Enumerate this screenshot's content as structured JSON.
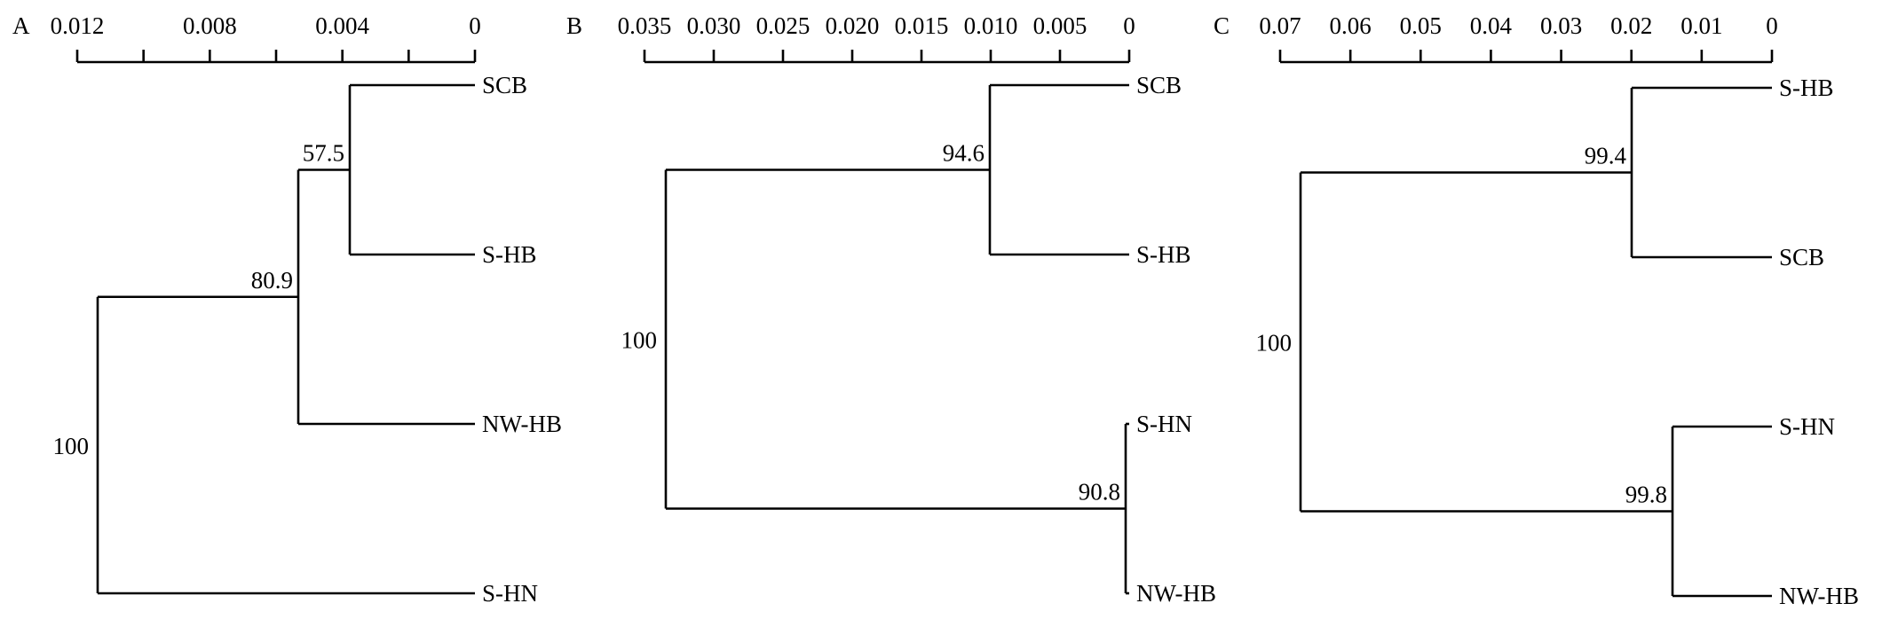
{
  "figure": {
    "panels": [
      {
        "letter": "A",
        "axis": {
          "max": 0.012,
          "ticks": [
            "0.012",
            "0.008",
            "0.004",
            "0"
          ],
          "tick_values": [
            0.012,
            0.008,
            0.004,
            0
          ],
          "minor_step": 0.002
        },
        "tree": {
          "label": "100",
          "children": [
            {
              "label": "80.9",
              "children": [
                {
                  "label": "57.5",
                  "children": [
                    {
                      "leaf": "SCB"
                    },
                    {
                      "leaf": "S-HB"
                    }
                  ]
                },
                {
                  "leaf": "NW-HB"
                }
              ]
            },
            {
              "leaf": "S-HN"
            }
          ]
        }
      },
      {
        "letter": "B",
        "axis": {
          "max": 0.035,
          "ticks": [
            "0.035",
            "0.030",
            "0.025",
            "0.020",
            "0.015",
            "0.010",
            "0.005",
            "0"
          ],
          "tick_values": [
            0.035,
            0.03,
            0.025,
            0.02,
            0.015,
            0.01,
            0.005,
            0
          ],
          "minor_step": 0.005
        },
        "tree": {
          "label": "100",
          "children": [
            {
              "label": "94.6",
              "children": [
                {
                  "leaf": "SCB"
                },
                {
                  "leaf": "S-HB"
                }
              ]
            },
            {
              "label": "90.8",
              "children": [
                {
                  "leaf": "S-HN"
                },
                {
                  "leaf": "NW-HB"
                }
              ]
            }
          ]
        }
      },
      {
        "letter": "C",
        "axis": {
          "max": 0.07,
          "ticks": [
            "0.07",
            "0.06",
            "0.05",
            "0.04",
            "0.03",
            "0.02",
            "0.01",
            "0"
          ],
          "tick_values": [
            0.07,
            0.06,
            0.05,
            0.04,
            0.03,
            0.02,
            0.01,
            0
          ],
          "minor_step": 0.01
        },
        "tree": {
          "label": "100",
          "children": [
            {
              "label": "99.4",
              "children": [
                {
                  "leaf": "S-HB"
                },
                {
                  "leaf": "SCB"
                }
              ]
            },
            {
              "label": "99.8",
              "children": [
                {
                  "leaf": "S-HN"
                },
                {
                  "leaf": "NW-HB"
                }
              ]
            }
          ]
        }
      }
    ]
  }
}
